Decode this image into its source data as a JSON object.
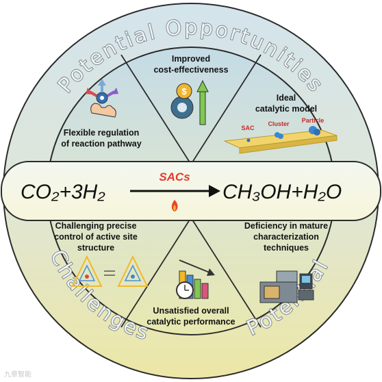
{
  "outer_ring": {
    "top_text": "Potential Opportunities",
    "bottom_left_text": "Challenges",
    "bottom_right_text": "Potential"
  },
  "center_band": {
    "reactants": "CO₂+3H₂",
    "catalyst": "SACs",
    "products": "CH₃OH+H₂O"
  },
  "segments": {
    "flexible": [
      "Flexible regulation",
      "of reaction pathway"
    ],
    "cost": [
      "Improved",
      "cost-effectiveness"
    ],
    "ideal": [
      "Ideal",
      "catalytic model"
    ],
    "control": [
      "Challenging precise",
      "control of active site",
      "structure"
    ],
    "performance": [
      "Unsatisfied overall",
      "catalytic performance"
    ],
    "characterization": [
      "Deficiency in mature",
      "characterization",
      "techniques"
    ]
  },
  "model_labels": {
    "sac": "SAC",
    "cluster": "Cluster",
    "particle": "Particle"
  },
  "watermark": "九章智能",
  "colors": {
    "ring_top": "#d6e5ec",
    "ring_bottom": "#e9e6ad",
    "inner_top": "#c8dce6",
    "inner_bottom": "#e6e8b6",
    "band": "#f7f9e6",
    "arrow": "#111111",
    "accent_red": "#e23a2c"
  }
}
